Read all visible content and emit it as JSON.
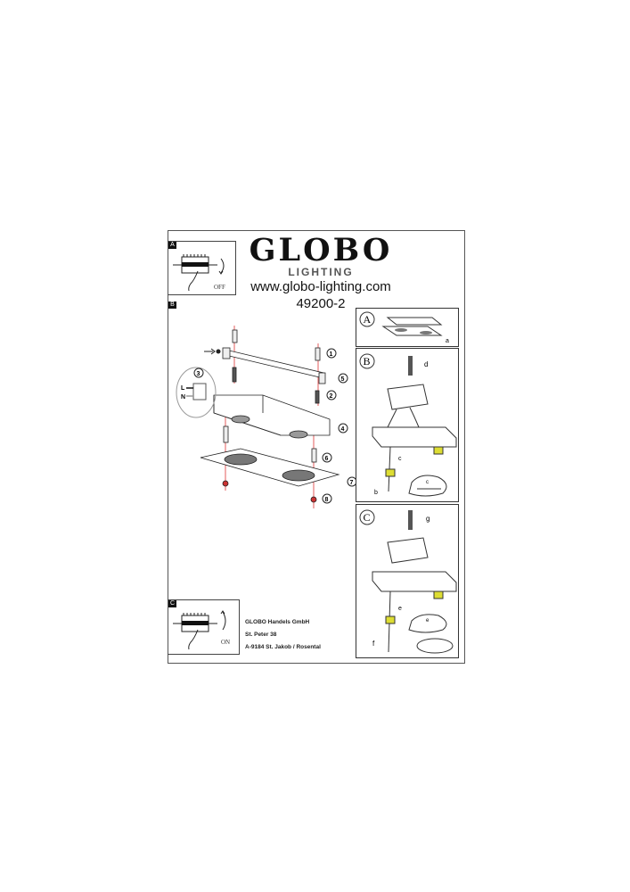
{
  "header": {
    "brand": "GLOBO",
    "brand_sub": "LIGHTING",
    "website": "www.globo-lighting.com",
    "model_number": "49200-2"
  },
  "steps": {
    "a_label": "A",
    "b_label": "B",
    "c_label": "C",
    "off_label": "OFF",
    "on_label": "ON"
  },
  "diagram": {
    "callouts": [
      "1",
      "2",
      "3",
      "4",
      "5",
      "6",
      "7",
      "8"
    ],
    "wire_live": "L",
    "wire_neutral": "N"
  },
  "detail_panels": {
    "a": {
      "label": "A",
      "parts": [
        "a"
      ]
    },
    "b": {
      "label": "B",
      "parts": [
        "d",
        "c",
        "b",
        "c"
      ]
    },
    "c": {
      "label": "C",
      "parts": [
        "g",
        "e",
        "f",
        "e"
      ]
    }
  },
  "company": {
    "name": "GLOBO Handels GmbH",
    "street": "St. Peter 38",
    "city": "A-9184 St. Jakob / Rosental"
  }
}
